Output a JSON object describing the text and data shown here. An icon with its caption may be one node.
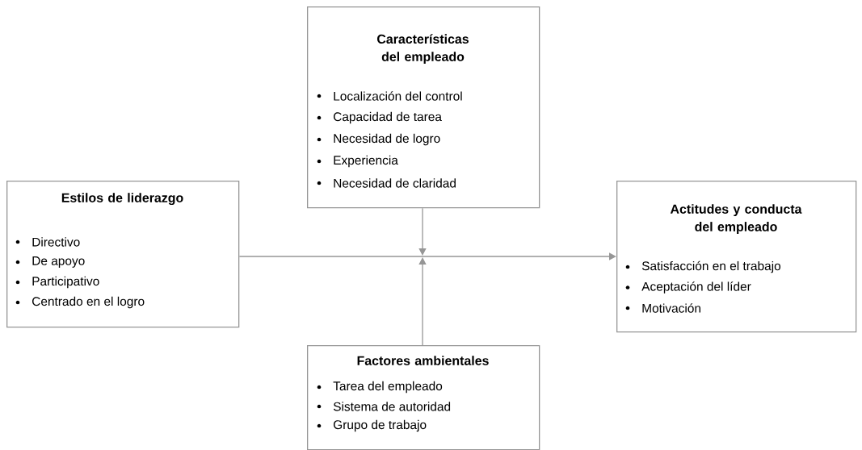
{
  "diagram": {
    "nodes": [
      {
        "text": [
          "Estilos de liderazgo",
          "Directivo",
          "De apoyo",
          "Participativo",
          "Centrado en el logro"
        ]
      },
      {
        "text": [
          "Características del empleado",
          "Localización del control",
          "Capacidad de tarea",
          "Necesidad de logro",
          "Experiencia",
          "Necesidad de claridad"
        ]
      },
      {
        "text": [
          "Factores ambientales",
          "Tarea del empleado",
          "Sistema de autoridad",
          "Grupo de trabajo"
        ]
      },
      {
        "text": [
          "Actitudes y conducta del empleado",
          "Satisfacción en el trabajo",
          "Aceptación del líder",
          "Motivación"
        ]
      }
    ],
    "edges": [
      {
        "from": 0,
        "to": 3,
        "arrow": "to"
      },
      {
        "from": 1,
        "to": null,
        "arrow": "to"
      },
      {
        "from": 2,
        "to": null,
        "arrow": "to"
      }
    ]
  }
}
